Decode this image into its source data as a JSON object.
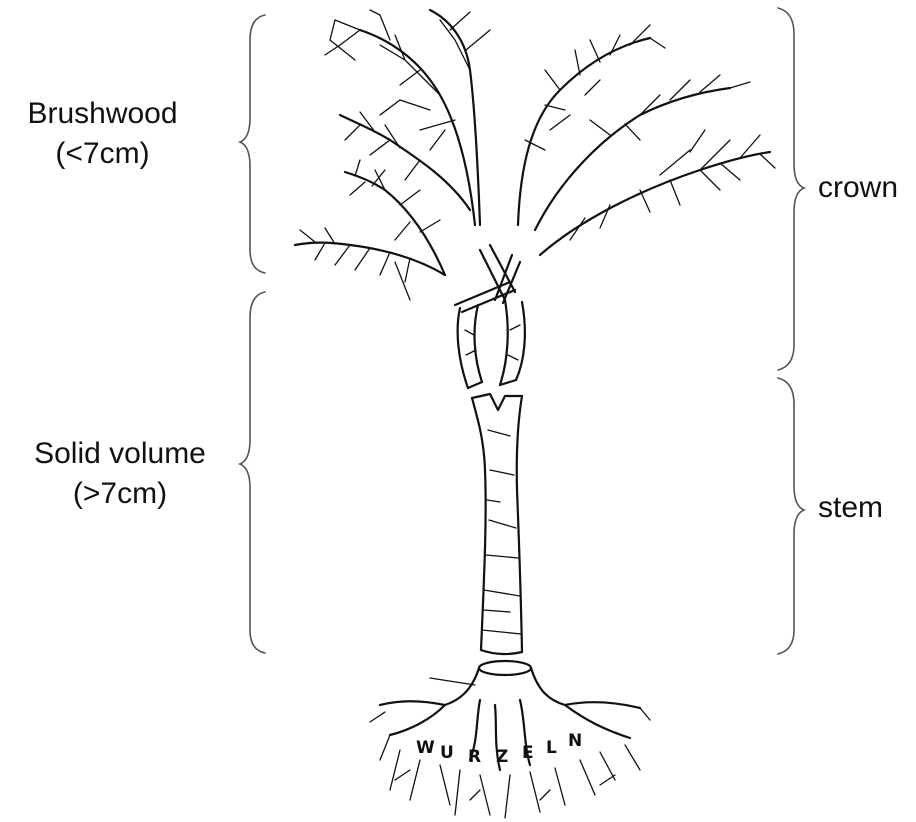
{
  "labels": {
    "brushwood": "Brushwood",
    "brushwood_size": "(<7cm)",
    "solid_volume": "Solid volume",
    "solid_volume_size": "(>7cm)",
    "crown": "crown",
    "stem": "stem"
  },
  "root_letters": [
    "W",
    "U",
    "R",
    "Z",
    "E",
    "L",
    "N"
  ],
  "colors": {
    "ink": "#111111",
    "brace": "#555555",
    "background": "#ffffff"
  }
}
